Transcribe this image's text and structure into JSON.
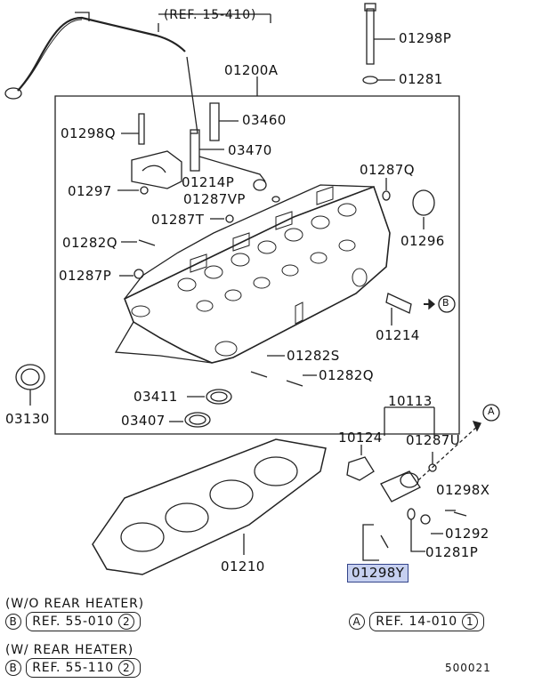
{
  "part_labels": {
    "p01298p": "01298P",
    "p01281": "01281",
    "p01200a": "01200A",
    "p03460": "03460",
    "p01298q": "01298Q",
    "p03470": "03470",
    "p01214p": "01214P",
    "p01287vp": "01287VP",
    "p01297": "01297",
    "p01287t": "01287T",
    "p01287q": "01287Q",
    "p01296": "01296",
    "p01282q_a": "01282Q",
    "p01287p": "01287P",
    "p01214": "01214",
    "p01282s": "01282S",
    "p01282q_b": "01282Q",
    "p03411": "03411",
    "p03407": "03407",
    "p03130": "03130",
    "p10113": "10113",
    "p10124": "10124",
    "p01287u": "01287U",
    "p01298x": "01298X",
    "p01292": "01292",
    "p01281p": "01281P",
    "p01210": "01210",
    "p01298y": "01298Y"
  },
  "refs": {
    "top_ref": "(REF. 15-410)",
    "marker_b": "B",
    "marker_a": "A",
    "note_wo_heater": "(W/O REAR HEATER)",
    "ref_b1_text": "REF. 55-010",
    "ref_b1_num": "2",
    "note_w_heater": "(W/ REAR HEATER)",
    "ref_b2_text": "REF. 55-110",
    "ref_b2_num": "2",
    "ref_a_text": "REF. 14-010",
    "ref_a_num": "1"
  },
  "diagram_code": "500021"
}
